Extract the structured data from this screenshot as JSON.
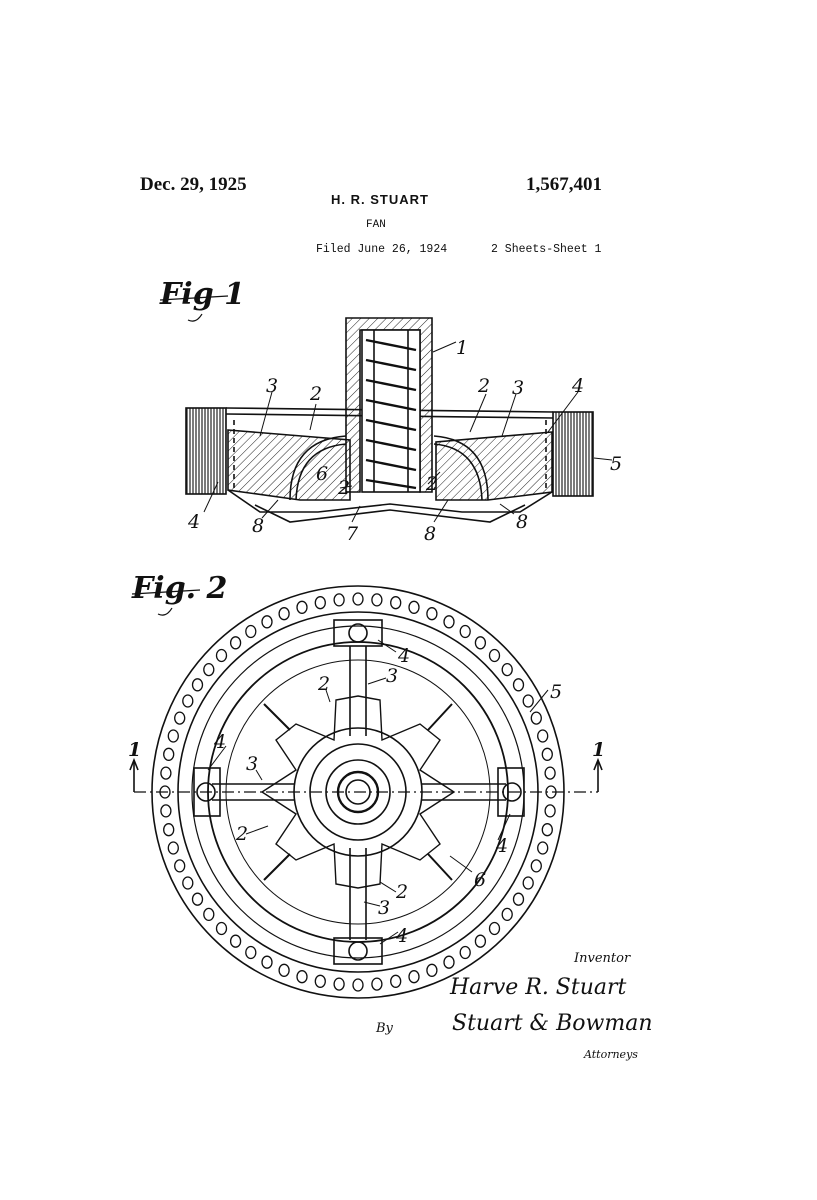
{
  "header": {
    "date": "Dec. 29, 1925",
    "inventor": "H. R. STUART",
    "patent_number": "1,567,401",
    "subject": "FAN",
    "filed": "Filed June 26, 1924",
    "sheets": "2 Sheets-Sheet 1"
  },
  "fig1": {
    "title": "Fig 1",
    "labels": {
      "n1": "1",
      "n2a": "2",
      "n2b": "2",
      "n2c": "2",
      "n2d": "2",
      "n3a": "3",
      "n3b": "3",
      "n4a": "4",
      "n4b": "4",
      "n5": "5",
      "n6": "6",
      "n7": "7",
      "n8a": "8",
      "n8b": "8",
      "n8c": "8"
    }
  },
  "fig2": {
    "title": "Fig. 2",
    "labels": {
      "n1l": "1",
      "n1r": "1",
      "n2a": "2",
      "n2b": "2",
      "n2c": "2",
      "n3a": "3",
      "n3b": "3",
      "n3c": "3",
      "n4a": "4",
      "n4b": "4",
      "n4c": "4",
      "n4d": "4",
      "n5": "5",
      "n6": "6"
    }
  },
  "signature": {
    "inventor_label": "Inventor",
    "inventor_signature": "Harve R. Stuart",
    "by_label": "By",
    "attorney_signature": "Stuart & Bowman",
    "attorneys_label": "Attorneys"
  }
}
